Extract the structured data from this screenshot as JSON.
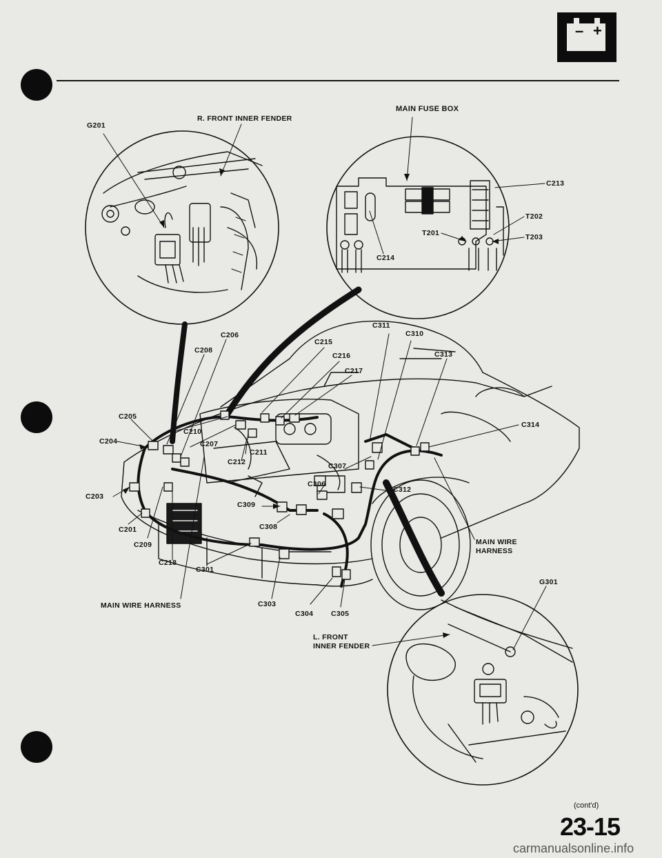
{
  "header": {
    "battery_symbol_minus": "–",
    "battery_symbol_plus": "+"
  },
  "labels": {
    "g201": "G201",
    "r_front_inner_fender": "R. FRONT INNER FENDER",
    "main_fuse_box": "MAIN FUSE BOX",
    "c213": "C213",
    "t202": "T202",
    "t201": "T201",
    "t203": "T203",
    "c214": "C214",
    "c311": "C311",
    "c310": "C310",
    "c206": "C206",
    "c215": "C215",
    "c208": "C208",
    "c216": "C216",
    "c313": "C313",
    "c217": "C217",
    "c205": "C205",
    "c314": "C314",
    "c204": "C204",
    "c210": "C210",
    "c207": "C207",
    "c211": "C211",
    "c212": "C212",
    "c307": "C307",
    "c306": "C306",
    "c312": "C312",
    "c203": "C203",
    "c309": "C309",
    "c308": "C308",
    "c201": "C201",
    "main_wire_harness_right_1": "MAIN WIRE",
    "main_wire_harness_right_2": "HARNESS",
    "c209": "C209",
    "c218": "C218",
    "c301": "C301",
    "g301": "G301",
    "main_wire_harness_left": "MAIN WIRE HARNESS",
    "c303": "C303",
    "c304": "C304",
    "c305": "C305",
    "l_front_inner_fender_1": "L. FRONT",
    "l_front_inner_fender_2": "INNER FENDER"
  },
  "footer": {
    "contd": "(cont'd)",
    "page_number": "23-15",
    "watermark": "carmanualsonline.info"
  }
}
